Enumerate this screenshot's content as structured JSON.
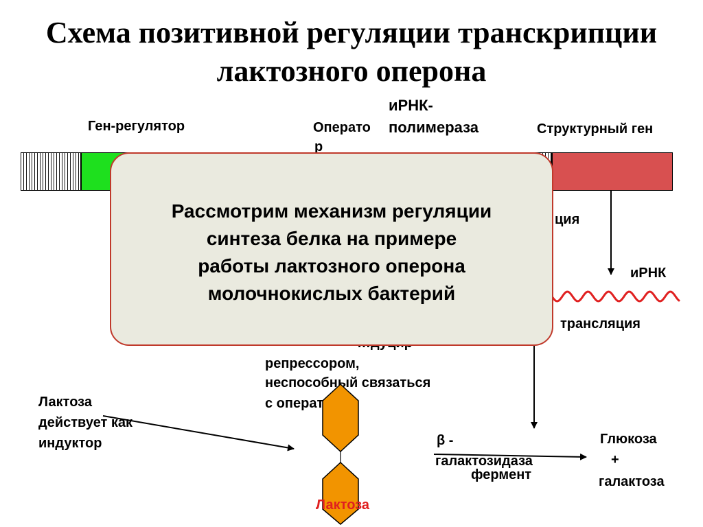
{
  "title": {
    "line1": "Схема позитивной регуляции транскрипции",
    "line2": "лактозного оперона"
  },
  "labels": {
    "regulator_gene": "Ген-регулятор",
    "operator_line1": "Операто",
    "operator_line2": "р",
    "rna_polymerase_line1": "иРНК-",
    "rna_polymerase_line2": "полимераза",
    "structural_gene": "Структурный ген",
    "transcription_partial": "ция",
    "mrna": "иРНК",
    "translation": "трансляция",
    "inactive_line0": "…дуцир",
    "inactive_line1": "репрессором,",
    "inactive_line2": "неспособный связаться",
    "inactive_line3": "с оператором",
    "lactose_inducer_line1": "Лактоза",
    "lactose_inducer_line2": "действует как",
    "lactose_inducer_line3": "индуктор",
    "lactose": "Лактоза",
    "beta_line1": "β -",
    "beta_line2": "галактозидаза",
    "enzyme": "фермент",
    "glucose_line1": "Глюкоза",
    "glucose_line2": "+",
    "glucose_line3": "галактоза"
  },
  "overlay": {
    "line1": "Рассмотрим механизм регуляции",
    "line2": "синтеза белка на примере",
    "line3": "работы лактозного оперона",
    "line4": "молочнокислых бактерий"
  },
  "colors": {
    "regulator_gene": "#1ee01e",
    "structural_gene": "#d85050",
    "mrna_wave": "#e02020",
    "lactose_hexagon": "#f29400",
    "lactose_text": "#e02020",
    "overlay_border": "#c0392b",
    "overlay_fill": "#eaeadf"
  }
}
